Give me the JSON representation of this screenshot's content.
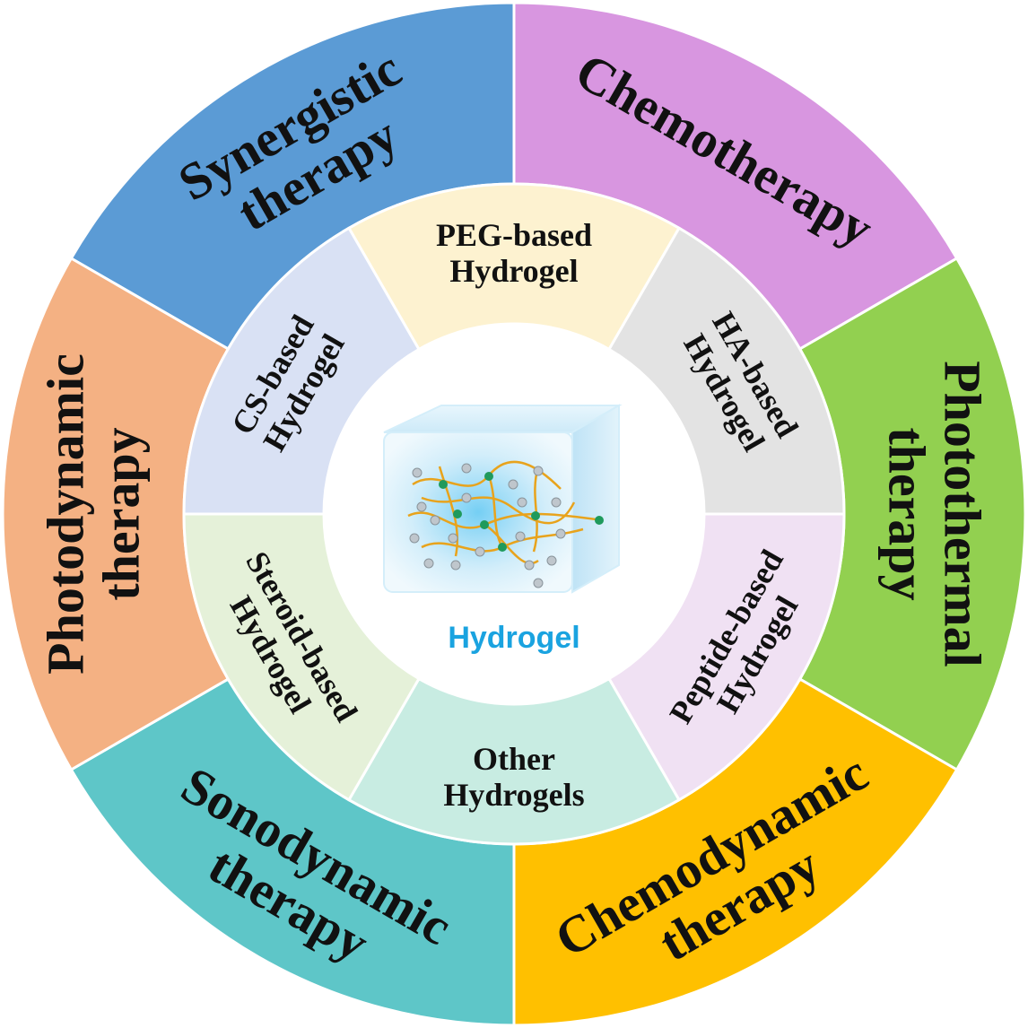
{
  "center": {
    "label": "Hydrogel",
    "label_color": "#1aa3e0"
  },
  "outer_ring": [
    {
      "lines": [
        "Synergistic",
        "therapy"
      ],
      "color": "#5b9bd5"
    },
    {
      "lines": [
        "Chemotherapy"
      ],
      "color": "#d896e0"
    },
    {
      "lines": [
        "Photothermal",
        "therapy"
      ],
      "color": "#92d050"
    },
    {
      "lines": [
        "Chemodynamic",
        "therapy"
      ],
      "color": "#ffc000"
    },
    {
      "lines": [
        "Sonodynamic",
        "therapy"
      ],
      "color": "#5ec6c8"
    },
    {
      "lines": [
        "Photodynamic",
        "therapy"
      ],
      "color": "#f4b183"
    }
  ],
  "inner_ring": [
    {
      "lines": [
        "PEG-based",
        "Hydrogel"
      ],
      "color": "#fdf2d0"
    },
    {
      "lines": [
        "HA-based",
        "Hydrogel"
      ],
      "color": "#e3e3e3"
    },
    {
      "lines": [
        "Peptide-based",
        "Hydrogel"
      ],
      "color": "#f0e1f3"
    },
    {
      "lines": [
        "Other",
        "Hydrogels"
      ],
      "color": "#c8ece2"
    },
    {
      "lines": [
        "Steroid-based",
        "Hydrogel"
      ],
      "color": "#e5f1d9"
    },
    {
      "lines": [
        "CS-based",
        "Hydrogel"
      ],
      "color": "#d9e1f4"
    }
  ]
}
